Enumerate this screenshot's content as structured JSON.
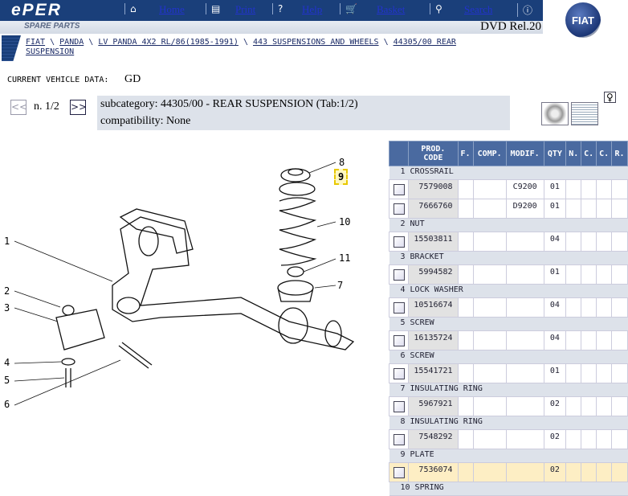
{
  "header": {
    "logo": "ePER",
    "nav": [
      {
        "icon": "home-icon",
        "label": "Home"
      },
      {
        "icon": "print-icon",
        "label": "Print"
      },
      {
        "icon": "help-icon",
        "label": "Help"
      },
      {
        "icon": "basket-icon",
        "label": "Basket"
      },
      {
        "icon": "search-icon",
        "label": "Search"
      }
    ],
    "subtitle": "SPARE PARTS",
    "release": "DVD Rel.20",
    "brand": "FIAT"
  },
  "breadcrumb": [
    "FIAT",
    "PANDA",
    "LV PANDA 4X2 RL/86(1985-1991)",
    "443 SUSPENSIONS AND WHEELS",
    "44305/00 REAR SUSPENSION"
  ],
  "vehicle": {
    "label": "CURRENT VEHICLE DATA:",
    "value": "GD"
  },
  "paging": {
    "prev": "<<",
    "page": "n. 1/2",
    "next": ">>"
  },
  "subcategory": {
    "line1": "subcategory: 44305/00 - REAR SUSPENSION (Tab:1/2)",
    "line2": "compatibility: None"
  },
  "diagram": {
    "callouts": [
      "1",
      "2",
      "3",
      "4",
      "5",
      "6",
      "7",
      "8",
      "9",
      "10",
      "11"
    ],
    "selected": "9"
  },
  "table": {
    "headers": [
      "",
      "PROD. CODE",
      "F.",
      "COMP.",
      "MODIF.",
      "QTY",
      "N.",
      "C.",
      "C.",
      "R."
    ],
    "groups": [
      {
        "label": "1 CROSSRAIL",
        "items": [
          {
            "code": "7579008",
            "modif": "C9200",
            "qty": "01"
          },
          {
            "code": "7666760",
            "modif": "D9200",
            "qty": "01"
          }
        ]
      },
      {
        "label": "2 NUT",
        "items": [
          {
            "code": "15503811",
            "modif": "",
            "qty": "04"
          }
        ]
      },
      {
        "label": "3 BRACKET",
        "items": [
          {
            "code": "5994582",
            "modif": "",
            "qty": "01"
          }
        ]
      },
      {
        "label": "4 LOCK WASHER",
        "items": [
          {
            "code": "10516674",
            "modif": "",
            "qty": "04"
          }
        ]
      },
      {
        "label": "5 SCREW",
        "items": [
          {
            "code": "16135724",
            "modif": "",
            "qty": "04"
          }
        ]
      },
      {
        "label": "6 SCREW",
        "items": [
          {
            "code": "15541721",
            "modif": "",
            "qty": "01"
          }
        ]
      },
      {
        "label": "7 INSULATING RING",
        "items": [
          {
            "code": "5967921",
            "modif": "",
            "qty": "02"
          }
        ]
      },
      {
        "label": "8 INSULATING RING",
        "items": [
          {
            "code": "7548292",
            "modif": "",
            "qty": "02"
          }
        ]
      },
      {
        "label": "9 PLATE",
        "items": [
          {
            "code": "7536074",
            "modif": "",
            "qty": "02",
            "selected": true
          }
        ]
      },
      {
        "label": "10 SPRING",
        "items": []
      }
    ]
  }
}
